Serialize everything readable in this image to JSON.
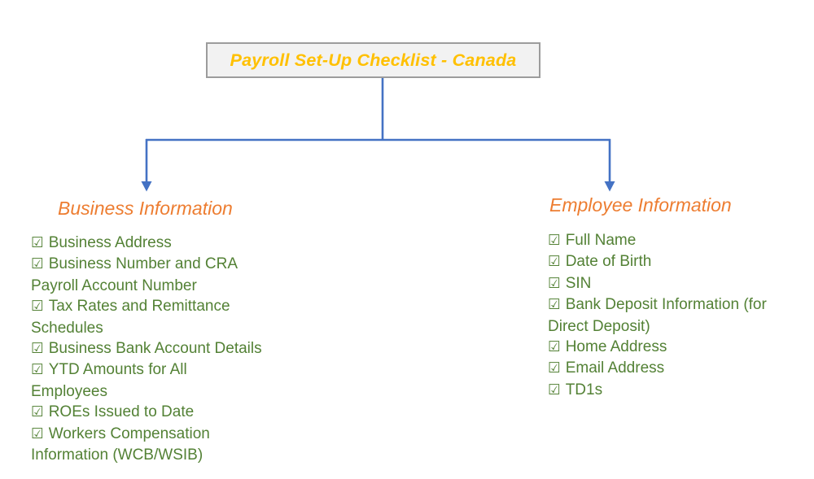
{
  "title": "Payroll Set-Up Checklist - Canada",
  "checkbox_glyph": "☑",
  "colors": {
    "title_text": "#FFC000",
    "box_fill": "#F2F2F2",
    "box_border": "#9C9C9C",
    "connector": "#4472C4",
    "heading": "#ED7D31",
    "item_text": "#538135"
  },
  "columns": [
    {
      "heading": "Business Information",
      "items": [
        "Business Address",
        "Business Number and CRA\nPayroll Account Number",
        "Tax Rates and Remittance\nSchedules",
        "Business Bank Account Details",
        "YTD Amounts for All\nEmployees",
        "ROEs Issued to Date",
        "Workers Compensation\nInformation (WCB/WSIB)"
      ]
    },
    {
      "heading": "Employee Information",
      "items": [
        "Full Name",
        "Date of Birth",
        "SIN",
        "Bank Deposit Information (for\nDirect Deposit)",
        "Home Address",
        "Email Address",
        "TD1s"
      ]
    }
  ]
}
